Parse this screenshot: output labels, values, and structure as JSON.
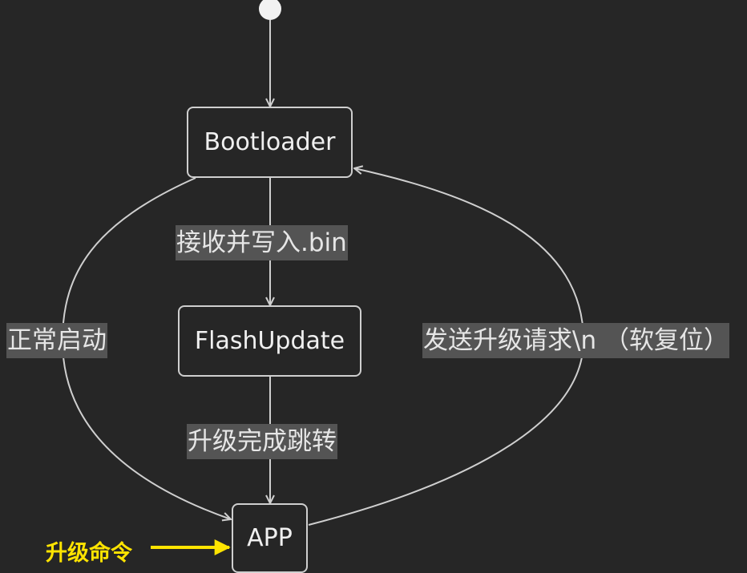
{
  "diagram": {
    "states": {
      "bootloader": "Bootloader",
      "flash_update": "FlashUpdate",
      "app": "APP"
    },
    "transitions": {
      "boot_to_flash": "接收并写入.bin",
      "flash_to_app": "升级完成跳转",
      "boot_to_app": "正常启动",
      "app_to_boot": "发送升级请求\\n （软复位）"
    },
    "annotation": {
      "label": "升级命令",
      "color": "#ffe400"
    },
    "colors": {
      "background": "#262626",
      "line": "#cfcfcf",
      "label_background": "#545454"
    }
  }
}
